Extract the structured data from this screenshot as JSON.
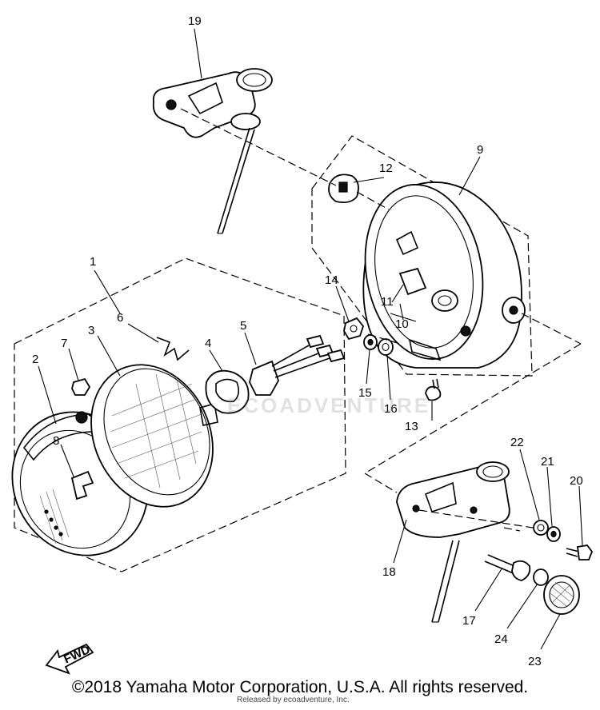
{
  "diagram": {
    "callouts": [
      "1",
      "2",
      "3",
      "4",
      "5",
      "6",
      "7",
      "8",
      "9",
      "10",
      "11",
      "12",
      "13",
      "14",
      "15",
      "16",
      "17",
      "18",
      "19",
      "20",
      "21",
      "22",
      "23",
      "24"
    ],
    "fwd_label": "FWD"
  },
  "footer": {
    "copyright": "©2018 Yamaha Motor Corporation, U.S.A. All rights reserved.",
    "watermark_credit": "Released by ecoadventure, Inc.",
    "watermark_brand": "ECOADVENTURE"
  }
}
